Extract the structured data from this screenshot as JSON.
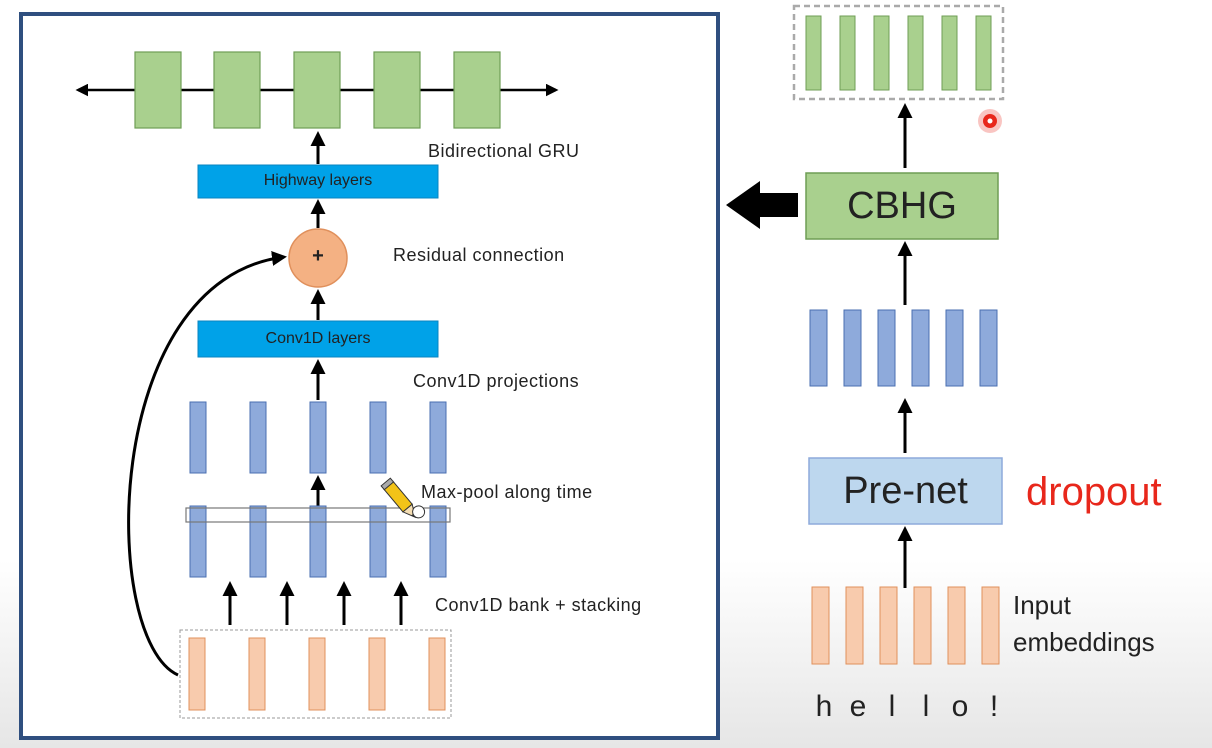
{
  "cbhg_detail": {
    "labels": {
      "bidirectional_gru": "Bidirectional GRU",
      "highway_layers": "Highway layers",
      "residual_connection": "Residual connection",
      "residual_plus": "+",
      "conv1d_layers": "Conv1D layers",
      "conv1d_projections": "Conv1D projections",
      "max_pool": "Max-pool along time",
      "conv_bank": "Conv1D bank + stacking"
    }
  },
  "tacotron_encoder": {
    "cbhg_label": "CBHG",
    "prenet_label": "Pre-net",
    "dropout_label": "dropout",
    "input_embeddings_label": "Input\nembeddings",
    "input_chars": [
      "h",
      "e",
      "l",
      "l",
      "o",
      "!"
    ]
  },
  "colors": {
    "green_fill": "#a9d08e",
    "green_stroke": "#6f9e55",
    "blue_fill": "#8eaadb",
    "blue_stroke": "#4a6fb0",
    "cyan_fill": "#00a2e8",
    "orange_fill": "#f8cbad",
    "orange_stroke": "#e0905c",
    "frame_stroke": "#2f4f7f",
    "dropout_red": "#e8271b"
  }
}
